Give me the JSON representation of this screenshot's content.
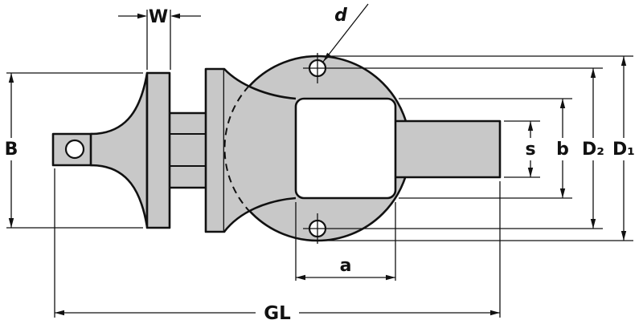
{
  "diagram": {
    "description": "Technical dimension drawing of a bench vise (side view) with mounting flange",
    "labels": {
      "w": "W",
      "d": "d",
      "B": "B",
      "s": "s",
      "b": "b",
      "d2": "D₂",
      "d1": "D₁",
      "a": "a",
      "gl": "GL"
    },
    "colors": {
      "part_fill": "#c8c8c8",
      "boss_fill": "#ffffff",
      "line": "#111111",
      "background": "#ffffff"
    }
  }
}
